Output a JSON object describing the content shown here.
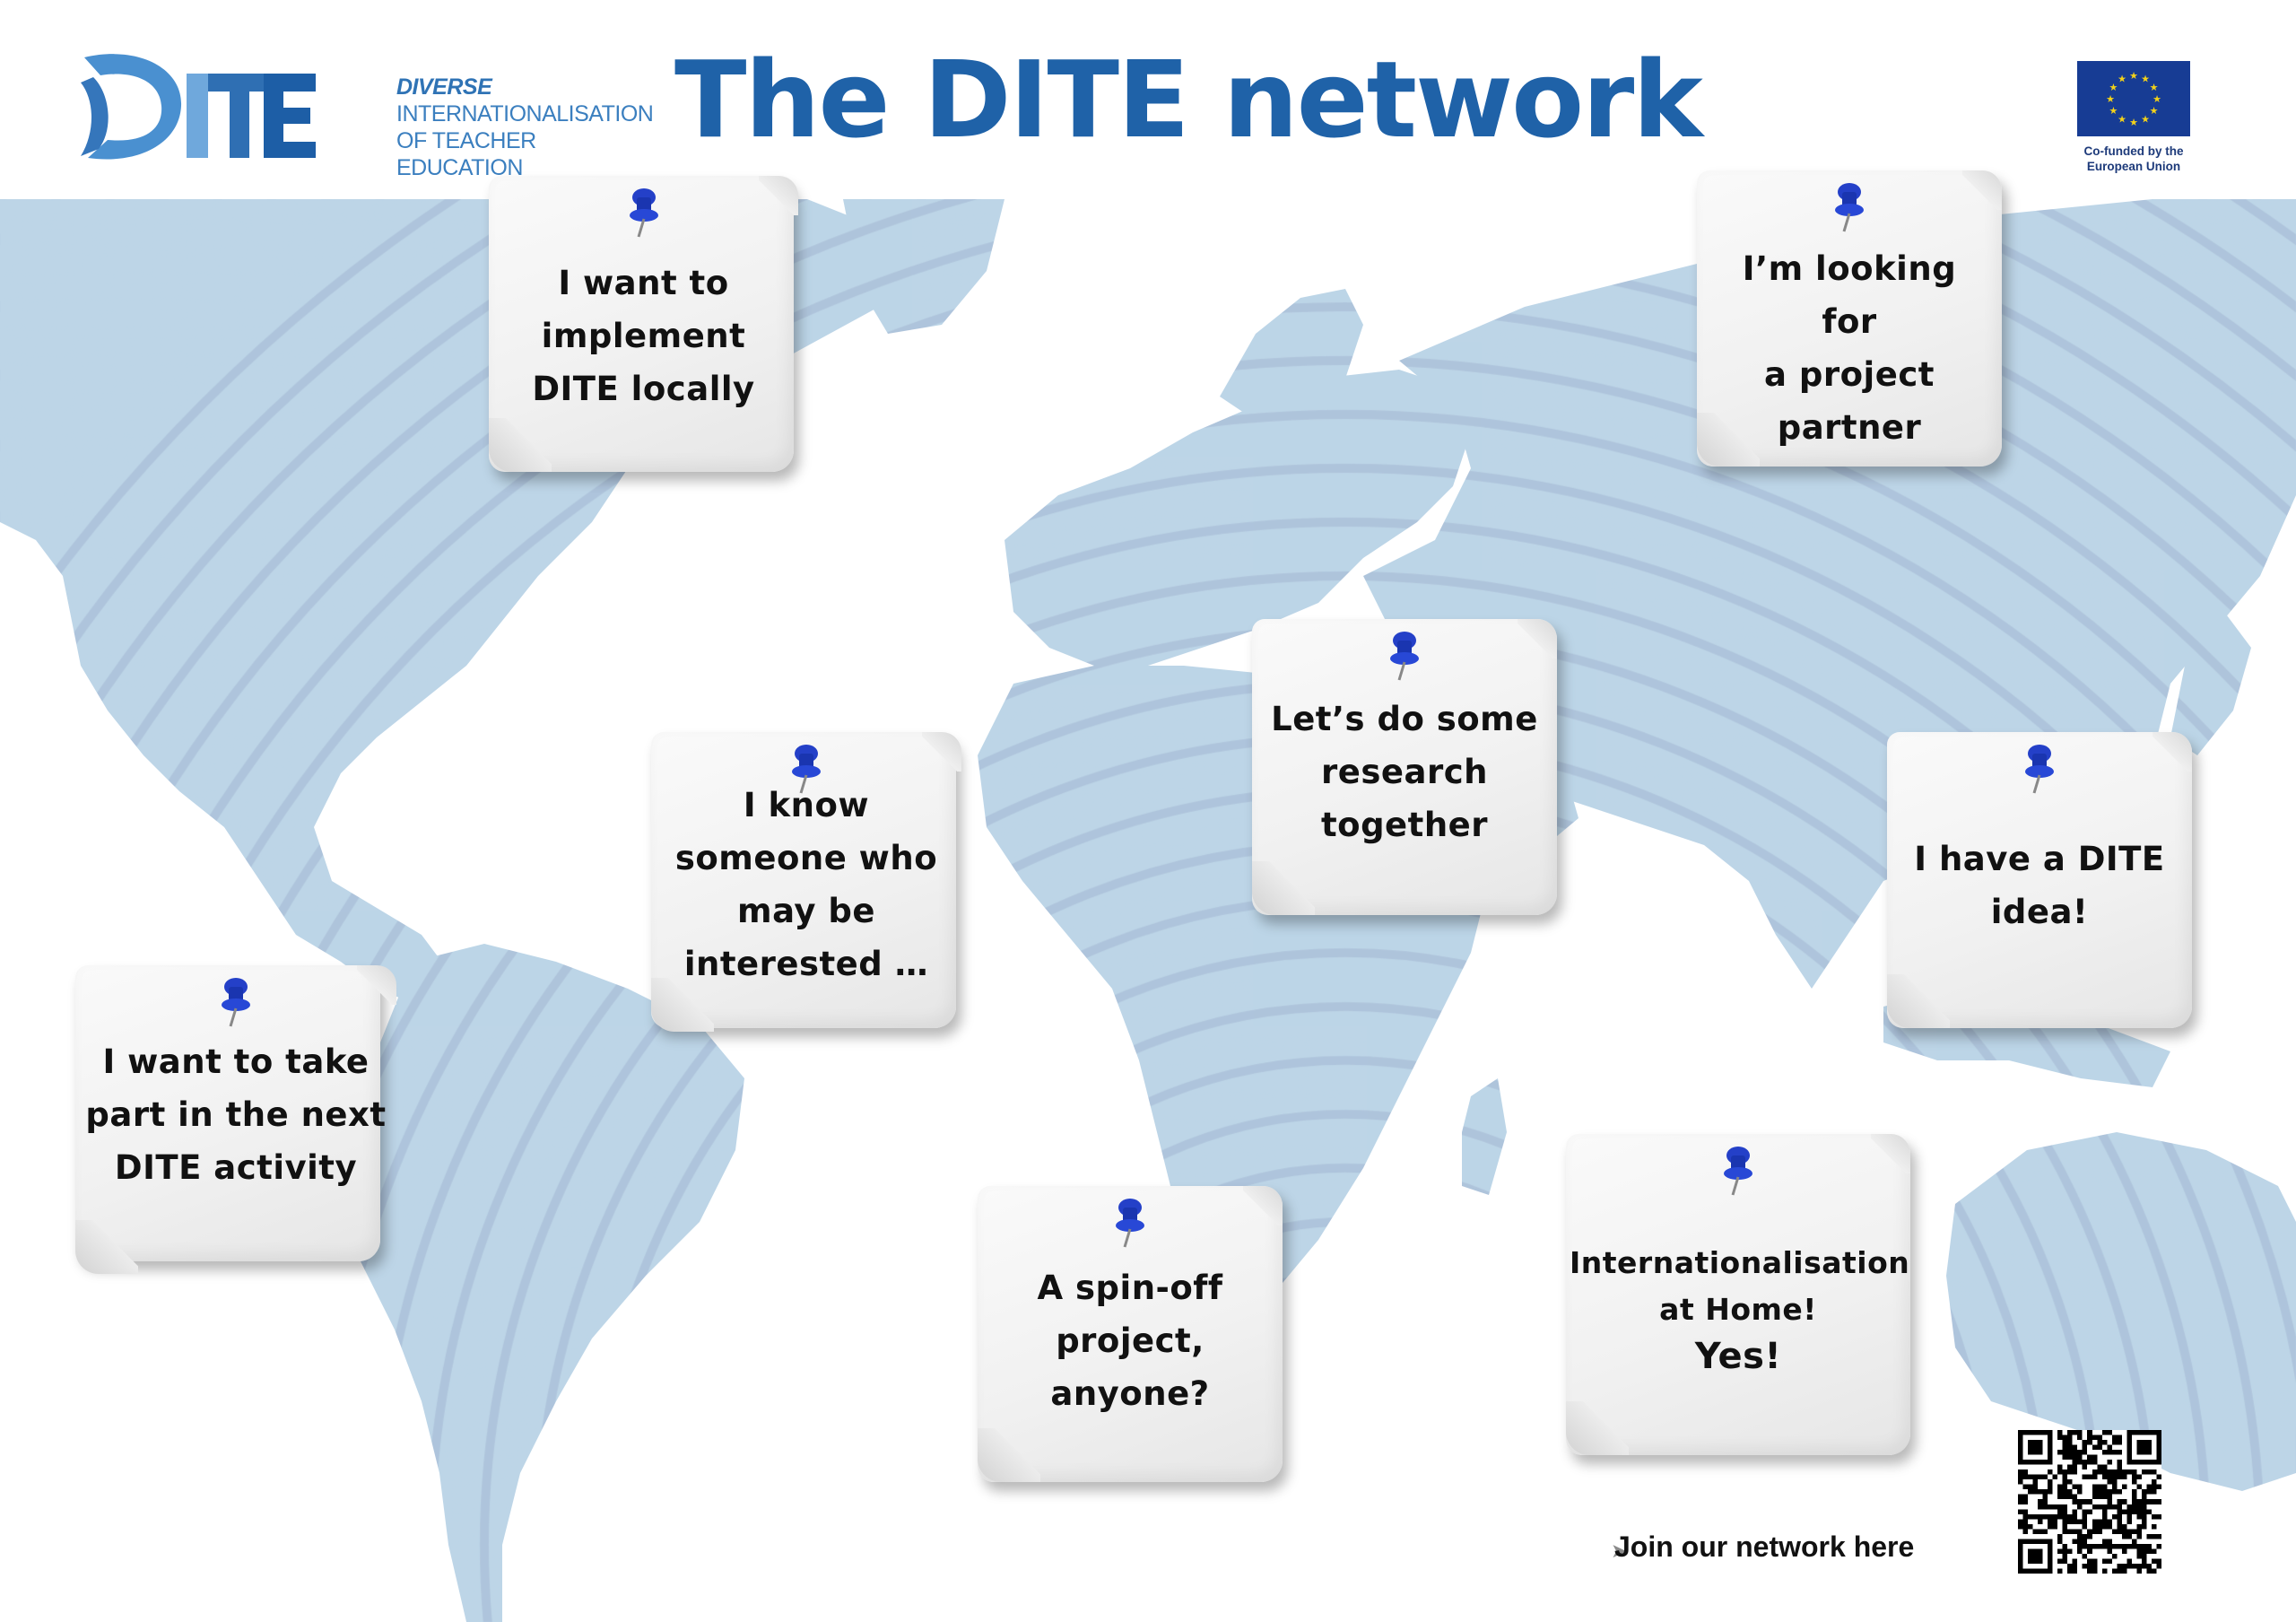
{
  "header": {
    "title": "The DITE network",
    "logo": {
      "mark": "DITE",
      "line1": "DIVERSE",
      "line2": "INTERNATIONALISATION",
      "line3": "OF TEACHER EDUCATION"
    },
    "eu_badge": {
      "caption_line1": "Co-funded by the",
      "caption_line2": "European Union"
    }
  },
  "notes": [
    {
      "id": "implement",
      "lines": [
        "I want to",
        "implement",
        "DITE locally"
      ]
    },
    {
      "id": "partner",
      "lines": [
        "I’m looking for",
        "a project",
        "partner"
      ]
    },
    {
      "id": "research",
      "lines": [
        "Let’s do some",
        "research",
        "together"
      ]
    },
    {
      "id": "someone",
      "lines": [
        "I know",
        "someone who",
        "may be",
        "interested …"
      ]
    },
    {
      "id": "idea",
      "lines": [
        "I have a DITE",
        "idea!"
      ]
    },
    {
      "id": "activity",
      "lines": [
        "I want to take",
        "part in the next",
        "DITE activity"
      ]
    },
    {
      "id": "spinoff",
      "lines": [
        "A spin-off",
        "project,",
        "anyone?"
      ]
    },
    {
      "id": "iah",
      "lines": [
        "Internationalisation",
        "at Home!",
        "Yes!"
      ]
    }
  ],
  "footer": {
    "join_text": "Join our network here",
    "qr_icon": "qr-code-icon"
  },
  "colors": {
    "title_blue": "#1f62a8",
    "map_blue": "#a9c9df",
    "pin_blue": "#2440c8",
    "eu_flag": "#173c94",
    "eu_star": "#f3d21a"
  }
}
